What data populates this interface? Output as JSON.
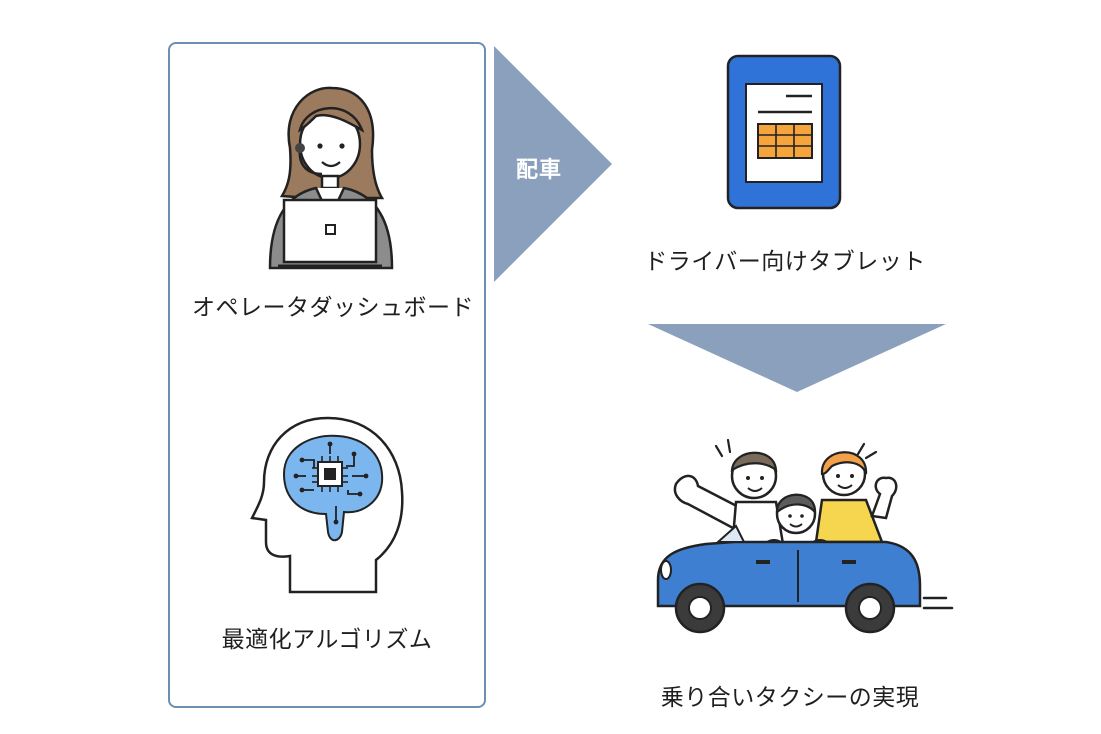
{
  "operator": {
    "label": "オペレータダッシュボード",
    "icon": "operator-with-laptop-icon"
  },
  "algorithm": {
    "label": "最適化アルゴリズム",
    "icon": "ai-brain-chip-icon"
  },
  "dispatch_arrow": {
    "label": "配車",
    "color": "#8aa0bd"
  },
  "tablet": {
    "label": "ドライバー向けタブレット",
    "icon": "tablet-icon",
    "color": "#2f73d9"
  },
  "down_arrow": {
    "color": "#8aa0bd"
  },
  "rideshare": {
    "label": "乗り合いタクシーの実現",
    "icon": "family-in-car-icon",
    "color": "#3f7fd1"
  },
  "colors": {
    "panel_border": "#6f8fb0",
    "accent_blue": "#4a8fd6",
    "accent_orange": "#f5a53c"
  }
}
